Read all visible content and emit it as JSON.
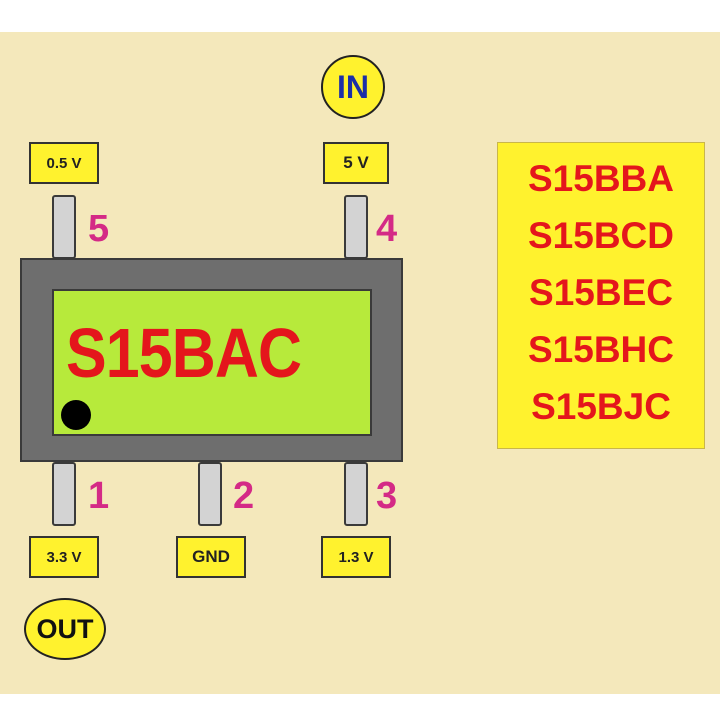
{
  "chip": {
    "marking": "S15BAC"
  },
  "labels": {
    "in": "IN",
    "out": "OUT"
  },
  "pins": [
    {
      "number": "1",
      "voltage": "3.3 V"
    },
    {
      "number": "2",
      "voltage": "GND"
    },
    {
      "number": "3",
      "voltage": "1.3 V"
    },
    {
      "number": "4",
      "voltage": "5 V"
    },
    {
      "number": "5",
      "voltage": "0.5 V"
    }
  ],
  "variants": [
    "S15BBA",
    "S15BCD",
    "S15BEC",
    "S15BHC",
    "S15BJC"
  ],
  "colors": {
    "background": "#f4e8bb",
    "label_yellow": "#fff22e",
    "chip_body": "#6e6e6e",
    "chip_window": "#b7ea3b",
    "marking_red": "#e4161c",
    "pin_number_magenta": "#d42a86",
    "in_text_blue": "#1c2fa8"
  }
}
